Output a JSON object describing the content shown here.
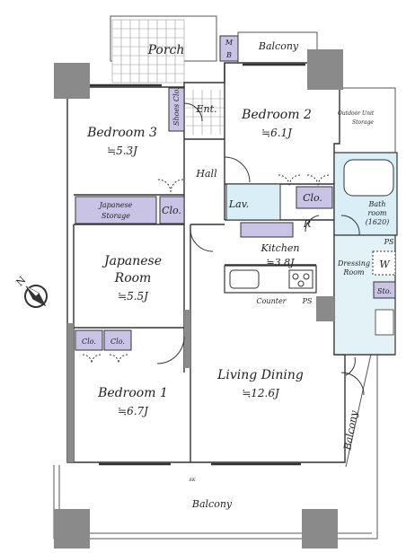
{
  "rooms": {
    "porch": "Porch",
    "mb": "M\nB",
    "balcony_top": "Balcony",
    "shoes_clo": "Shoes Clo.",
    "ent": "Ent.",
    "bedroom3": {
      "name": "Bedroom 3",
      "size": "≒5.3J"
    },
    "bedroom2": {
      "name": "Bedroom 2",
      "size": "≒6.1J"
    },
    "outdoor_unit": "Outdoor Unit Storage",
    "hall": "Hall",
    "japanese_storage": "Japanese Storage",
    "clo_a": "Clo.",
    "lav": "Lav.",
    "clo_b": "Clo.",
    "bath": {
      "name": "Bath room",
      "size": "(1620)"
    },
    "japanese_room": {
      "name": "Japanese Room",
      "size": "≒5.5J"
    },
    "kitchen": {
      "name": "Kitchen",
      "size": "≒3.8J"
    },
    "r": "R",
    "ps_a": "PS",
    "dressing": "Dressing Room",
    "w": "W",
    "sto": "Sto.",
    "counter": "Counter",
    "ps_b": "PS",
    "clo_c": "Clo.",
    "clo_d": "Clo.",
    "bedroom1": {
      "name": "Bedroom 1",
      "size": "≒6.7J"
    },
    "living": {
      "name": "Living Dining",
      "size": "≒12.6J"
    },
    "balcony_right": "Balcony",
    "balcony_bottom": "Balcony",
    "sk": "SK",
    "north": "N"
  },
  "colors": {
    "wall": "#8a8a8a",
    "storage": "#c9c3e6",
    "wet": "#d9eef6",
    "line": "#333333"
  }
}
